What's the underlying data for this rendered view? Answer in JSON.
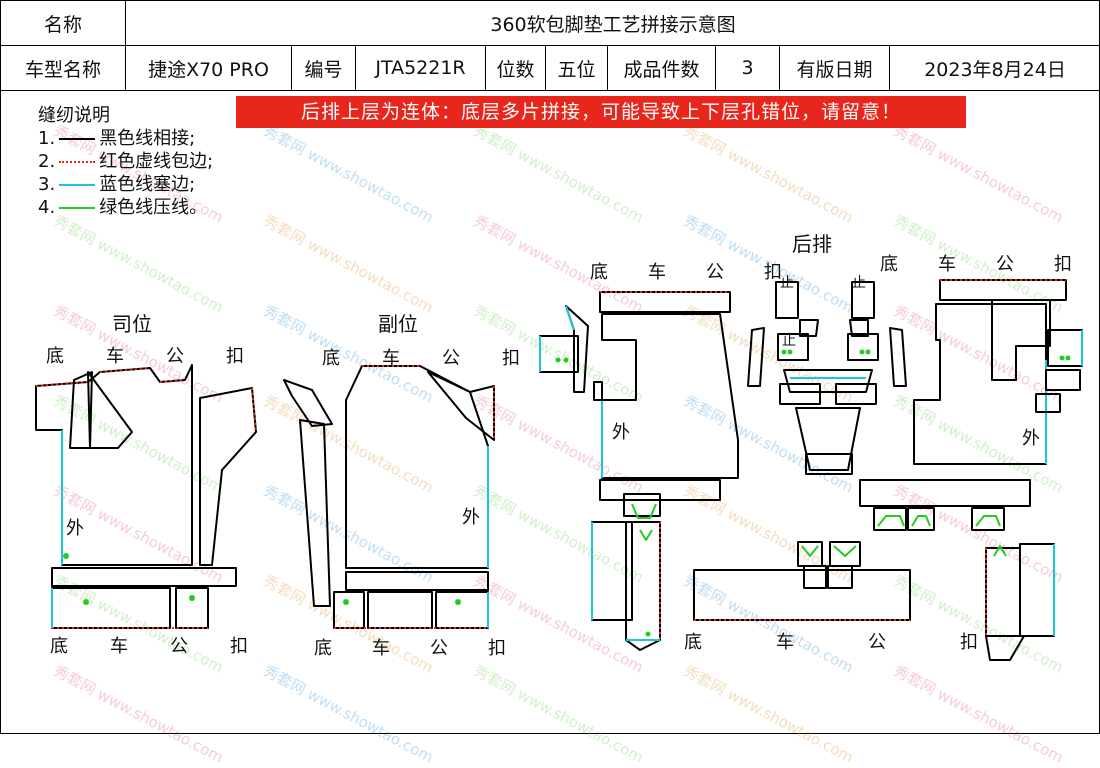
{
  "header": {
    "name_label": "名称",
    "title": "360软包脚垫工艺拼接示意图",
    "model_label": "车型名称",
    "model_value": "捷途X70 PRO",
    "code_label": "编号",
    "code_value": "JTA5221R",
    "seats_label": "位数",
    "seats_value": "五位",
    "pieces_label": "成品件数",
    "pieces_value": "3",
    "date_label": "有版日期",
    "date_value": "2023年8月24日"
  },
  "notes": {
    "title": "缝纫说明",
    "items": [
      {
        "num": "1.",
        "text": "黑色线相接;",
        "color": "#000000",
        "style": "solid"
      },
      {
        "num": "2.",
        "text": "红色虚线包边;",
        "color": "#e8261c",
        "style": "dotted"
      },
      {
        "num": "3.",
        "text": "蓝色线塞边;",
        "color": "#19c6dd",
        "style": "solid"
      },
      {
        "num": "4.",
        "text": "绿色线压线。",
        "color": "#22cc22",
        "style": "solid"
      }
    ]
  },
  "banner": "后排上层为连体：底层多片拼接，可能导致上下层孔错位，请留意！",
  "sections": {
    "driver": "司位",
    "passenger": "副位",
    "rear": "后排"
  },
  "buckle": [
    "底",
    "车",
    "公",
    "扣"
  ],
  "labels": {
    "outer": "外",
    "stop": "止"
  },
  "watermark": {
    "cn": "秀套网",
    "url": "www.showtao.com"
  },
  "colors": {
    "black": "#000000",
    "red": "#e8261c",
    "blue": "#19c6dd",
    "green": "#22cc22"
  }
}
